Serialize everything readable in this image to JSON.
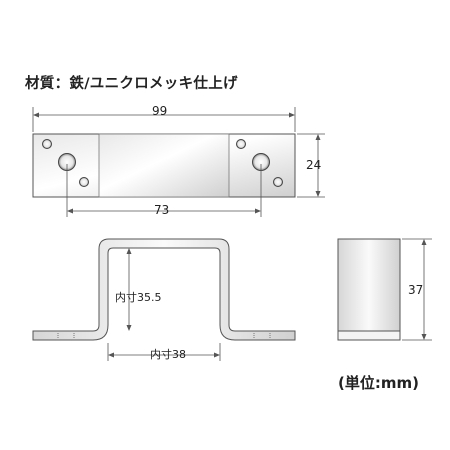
{
  "material_label": "材質：鉄/ユニクロメッキ仕上げ",
  "dimensions": {
    "overall_length": "99",
    "hole_pitch": "73",
    "width": "24",
    "inner_height": "内寸35.5",
    "inner_width": "内寸38",
    "bend_height": "37"
  },
  "unit_label": "(単位:mm)",
  "colors": {
    "line": "#555555",
    "plate_light": "#f2f2f2",
    "plate_dark": "#bdbdbd",
    "text": "#222222"
  }
}
